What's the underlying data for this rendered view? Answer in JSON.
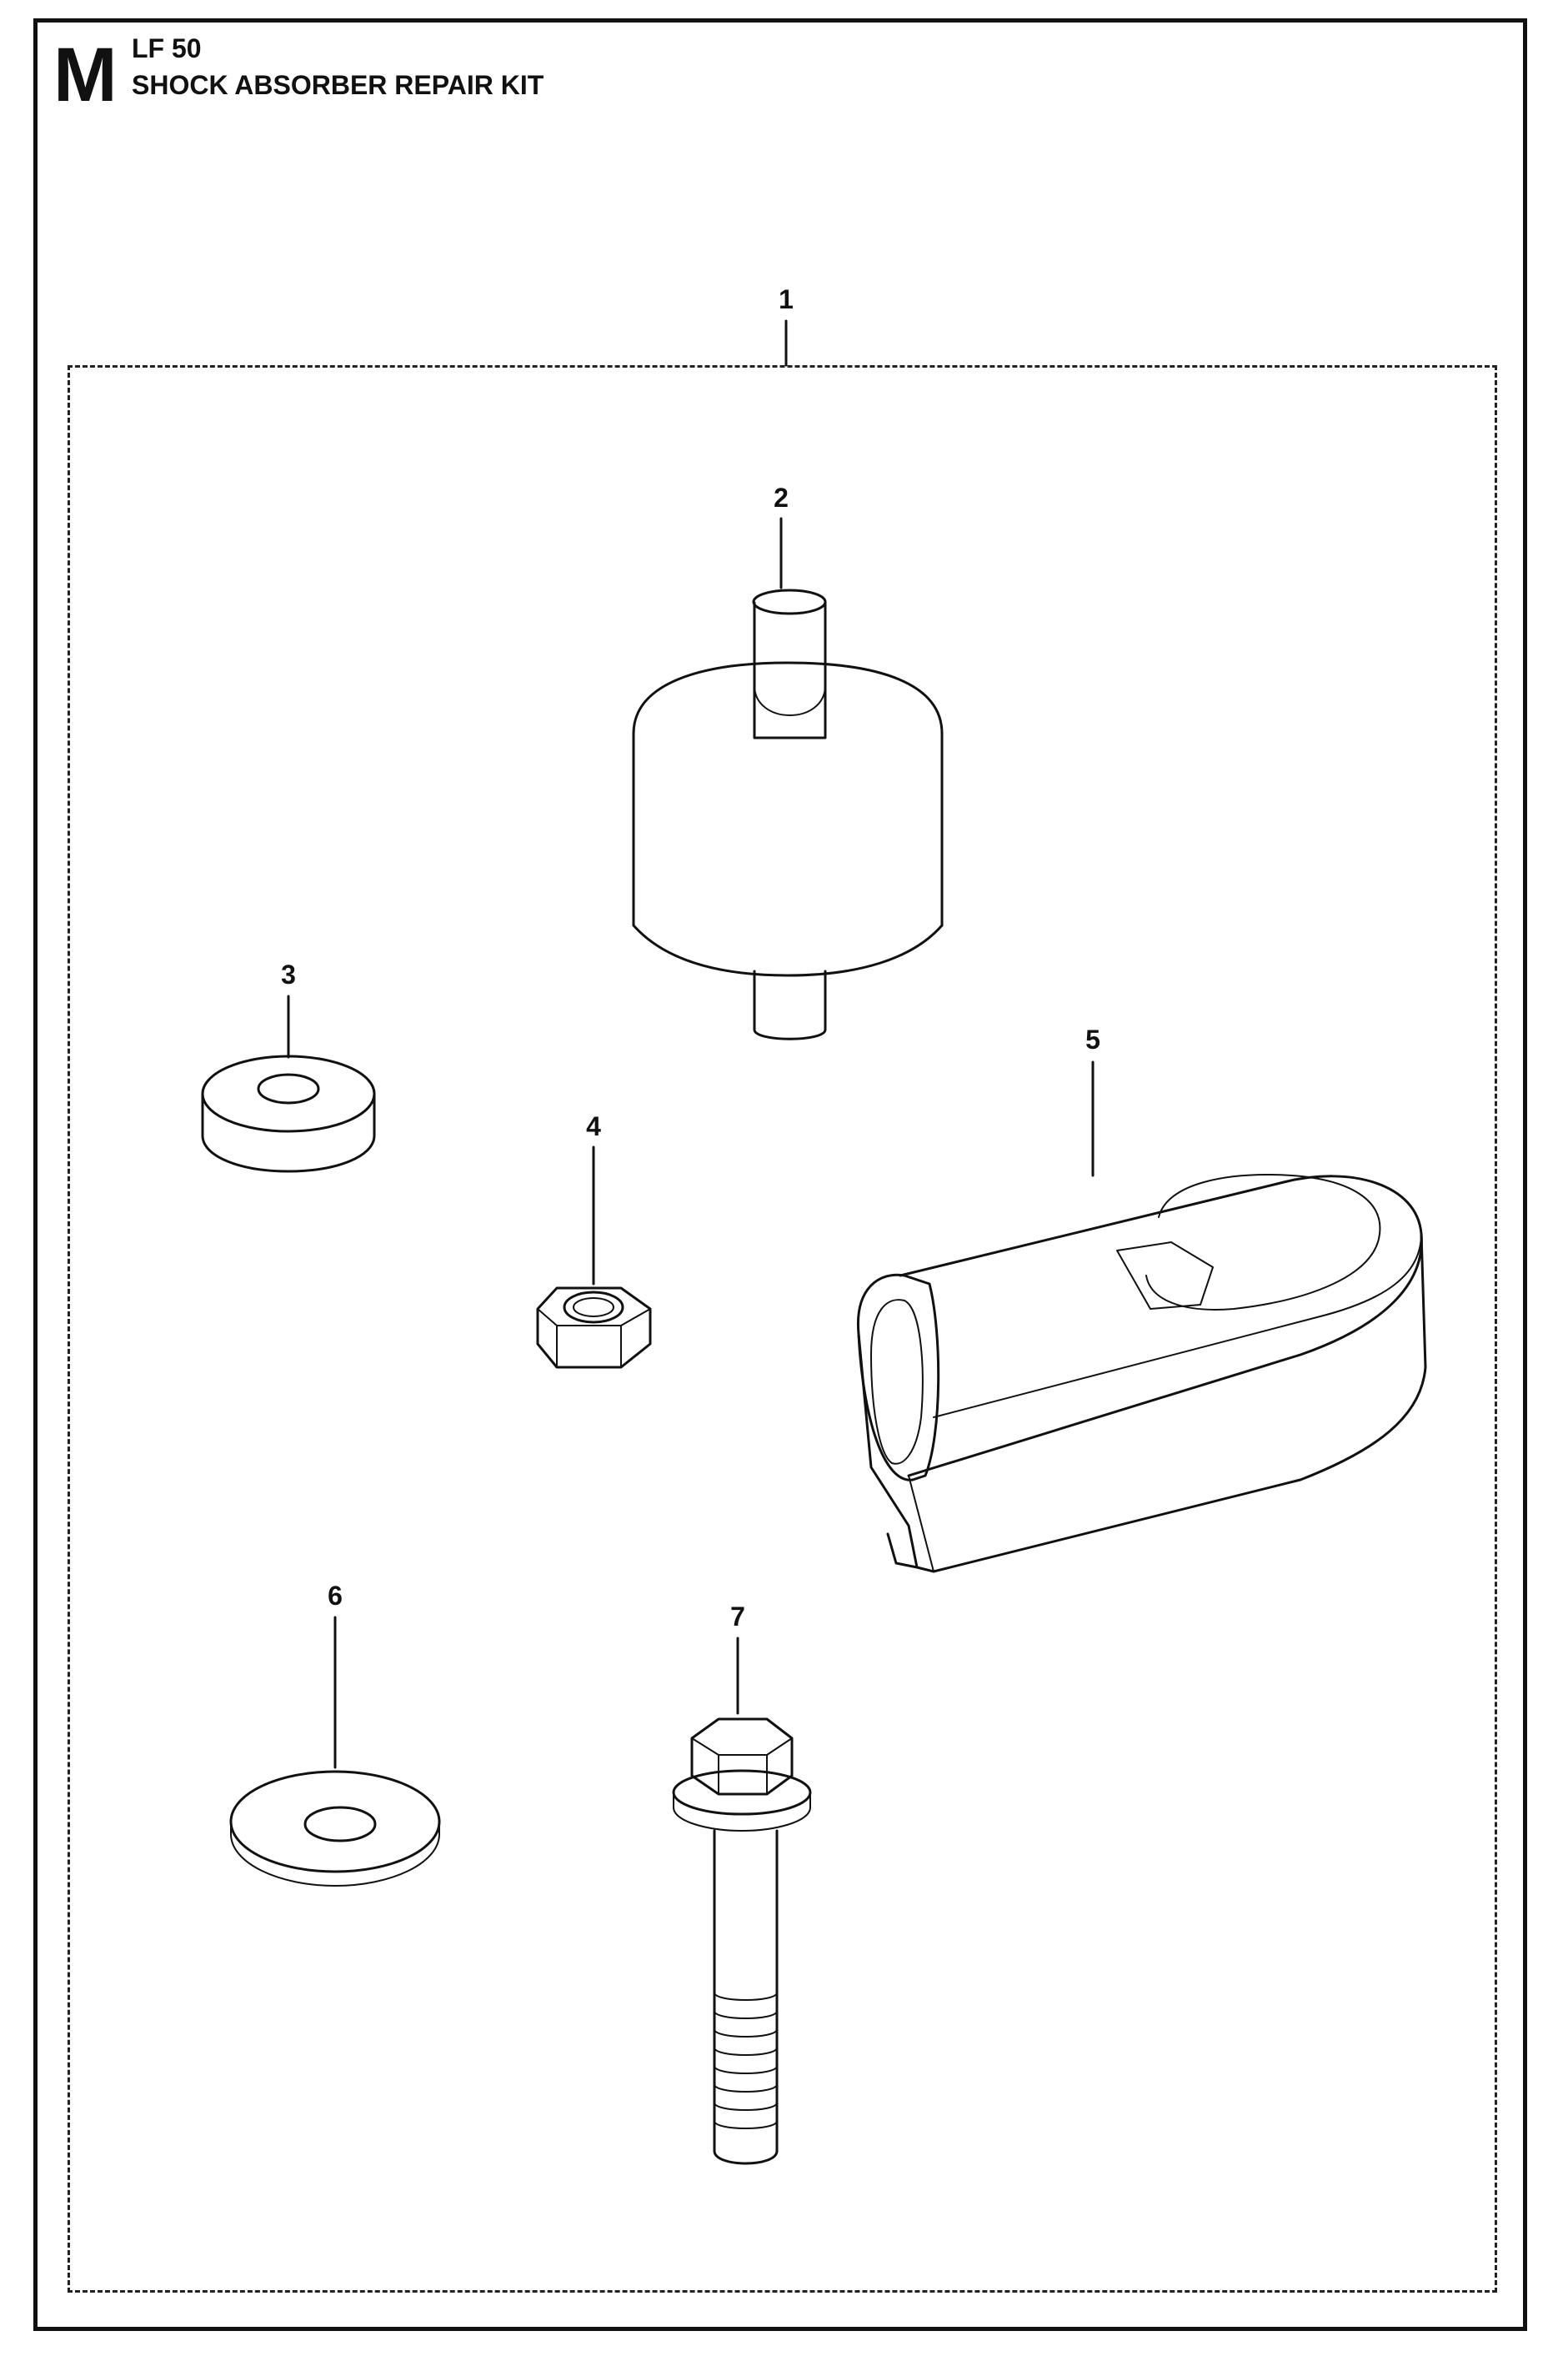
{
  "header": {
    "section_letter": "M",
    "model": "LF 50",
    "title": "SHOCK ABSORBER REPAIR KIT"
  },
  "parts": [
    {
      "number": "1",
      "icon": "repair-kit-bracket-icon"
    },
    {
      "number": "2",
      "icon": "rubber-shock-absorber-icon"
    },
    {
      "number": "3",
      "icon": "thick-washer-icon"
    },
    {
      "number": "4",
      "icon": "hex-nut-icon"
    },
    {
      "number": "5",
      "icon": "clamp-cover-icon"
    },
    {
      "number": "6",
      "icon": "flat-washer-icon"
    },
    {
      "number": "7",
      "icon": "flange-bolt-icon"
    }
  ]
}
